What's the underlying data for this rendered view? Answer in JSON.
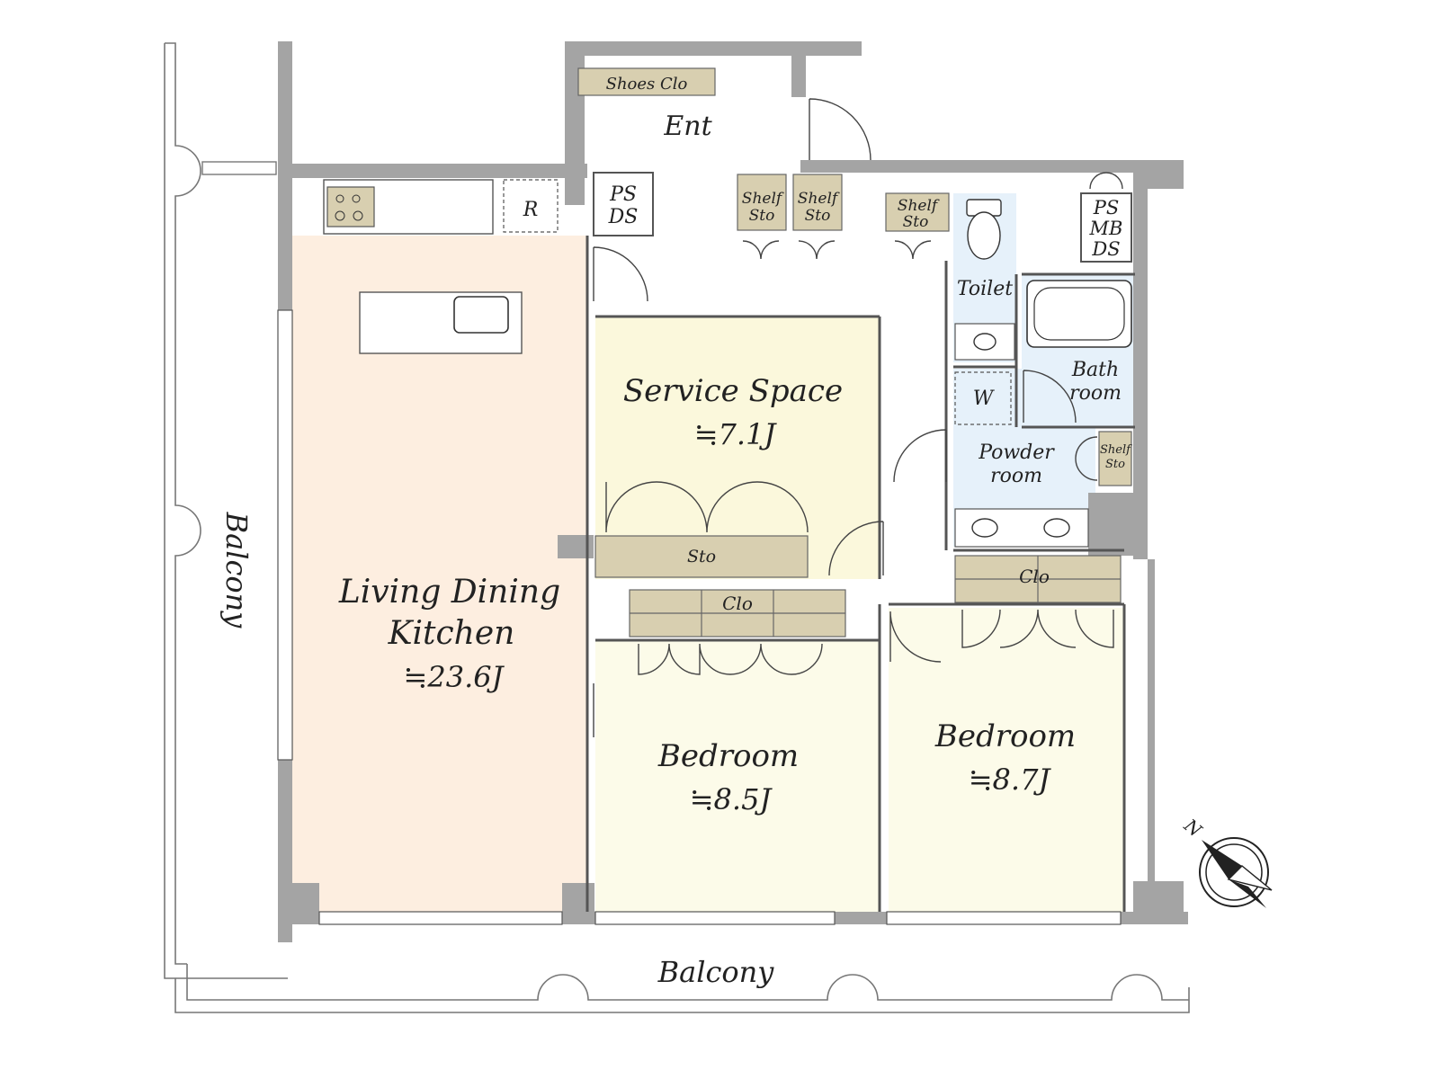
{
  "rooms": {
    "ldk": {
      "line1": "Living Dining",
      "line2": "Kitchen",
      "area": "≒23.6J"
    },
    "service": {
      "name": "Service Space",
      "area": "≒7.1J"
    },
    "bedroom1": {
      "name": "Bedroom",
      "area": "≒8.5J"
    },
    "bedroom2": {
      "name": "Bedroom",
      "area": "≒8.7J"
    },
    "entrance": "Ent",
    "toilet": "Toilet",
    "bath": {
      "line1": "Bath",
      "line2": "room"
    },
    "powder": {
      "line1": "Powder",
      "line2": "room"
    }
  },
  "storage": {
    "shoes": "Shoes Clo",
    "ps_ds": {
      "line1": "PS",
      "line2": "DS"
    },
    "ps_mb_ds": {
      "line1": "PS",
      "line2": "MB",
      "line3": "DS"
    },
    "shelf": {
      "line1": "Shelf",
      "line2": "Sto"
    },
    "refrigerator": "R",
    "washer": "W",
    "sto": "Sto",
    "clo": "Clo"
  },
  "balcony": {
    "west": "Balcony",
    "south": "Balcony"
  },
  "compass": {
    "label": "N"
  },
  "colors": {
    "ldk": "#fdeee0",
    "bedroom": "#fcfbe9",
    "service": "#fbf8dc",
    "wet": "#e6f1fa",
    "wall": "#a4a4a4",
    "furniture": "#d8cfb0"
  }
}
